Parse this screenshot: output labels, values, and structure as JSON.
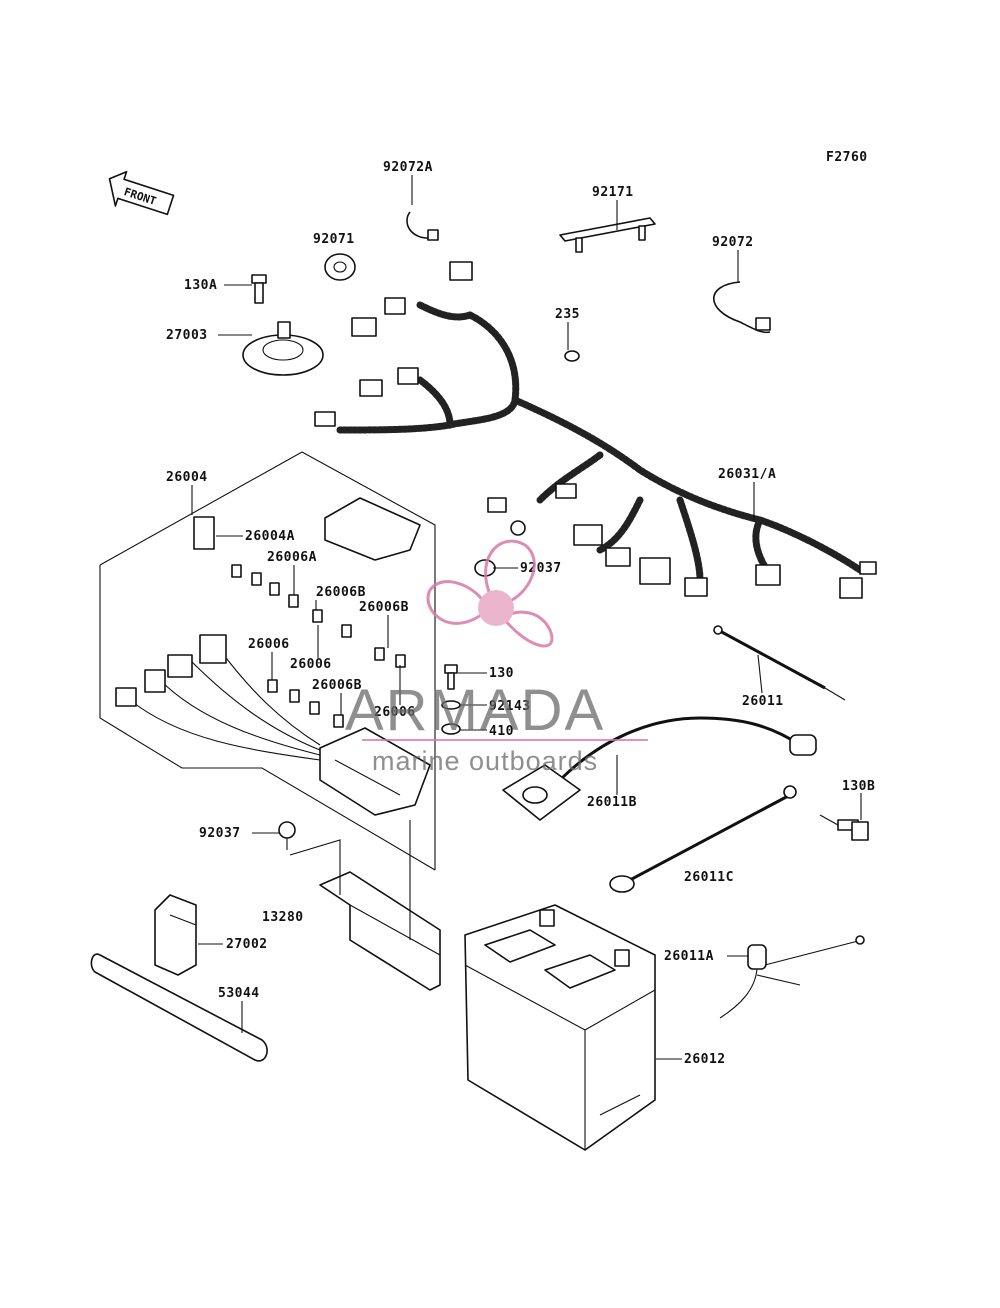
{
  "figure_code": "F2760",
  "front_arrow_label": "FRONT",
  "watermark": {
    "brand": "ARMADA",
    "tagline": "marine outboards"
  },
  "parts": [
    {
      "id": "p-92072A",
      "label": "92072A"
    },
    {
      "id": "p-92171",
      "label": "92171"
    },
    {
      "id": "p-92071",
      "label": "92071"
    },
    {
      "id": "p-92072",
      "label": "92072"
    },
    {
      "id": "p-130A",
      "label": "130A"
    },
    {
      "id": "p-235",
      "label": "235"
    },
    {
      "id": "p-27003",
      "label": "27003"
    },
    {
      "id": "p-26004",
      "label": "26004"
    },
    {
      "id": "p-26031A",
      "label": "26031/A"
    },
    {
      "id": "p-26004A",
      "label": "26004A"
    },
    {
      "id": "p-26006A",
      "label": "26006A"
    },
    {
      "id": "p-92037-top",
      "label": "92037"
    },
    {
      "id": "p-26006B-1",
      "label": "26006B"
    },
    {
      "id": "p-26006B-2",
      "label": "26006B"
    },
    {
      "id": "p-26006-1",
      "label": "26006"
    },
    {
      "id": "p-26006-2",
      "label": "26006"
    },
    {
      "id": "p-130",
      "label": "130"
    },
    {
      "id": "p-26011",
      "label": "26011"
    },
    {
      "id": "p-26006B-3",
      "label": "26006B"
    },
    {
      "id": "p-92143",
      "label": "92143"
    },
    {
      "id": "p-26006-3",
      "label": "26006"
    },
    {
      "id": "p-410",
      "label": "410"
    },
    {
      "id": "p-130B",
      "label": "130B"
    },
    {
      "id": "p-26011B",
      "label": "26011B"
    },
    {
      "id": "p-92037-bot",
      "label": "92037"
    },
    {
      "id": "p-26011C",
      "label": "26011C"
    },
    {
      "id": "p-13280",
      "label": "13280"
    },
    {
      "id": "p-27002",
      "label": "27002"
    },
    {
      "id": "p-26011A",
      "label": "26011A"
    },
    {
      "id": "p-53044",
      "label": "53044"
    },
    {
      "id": "p-26012",
      "label": "26012"
    }
  ]
}
